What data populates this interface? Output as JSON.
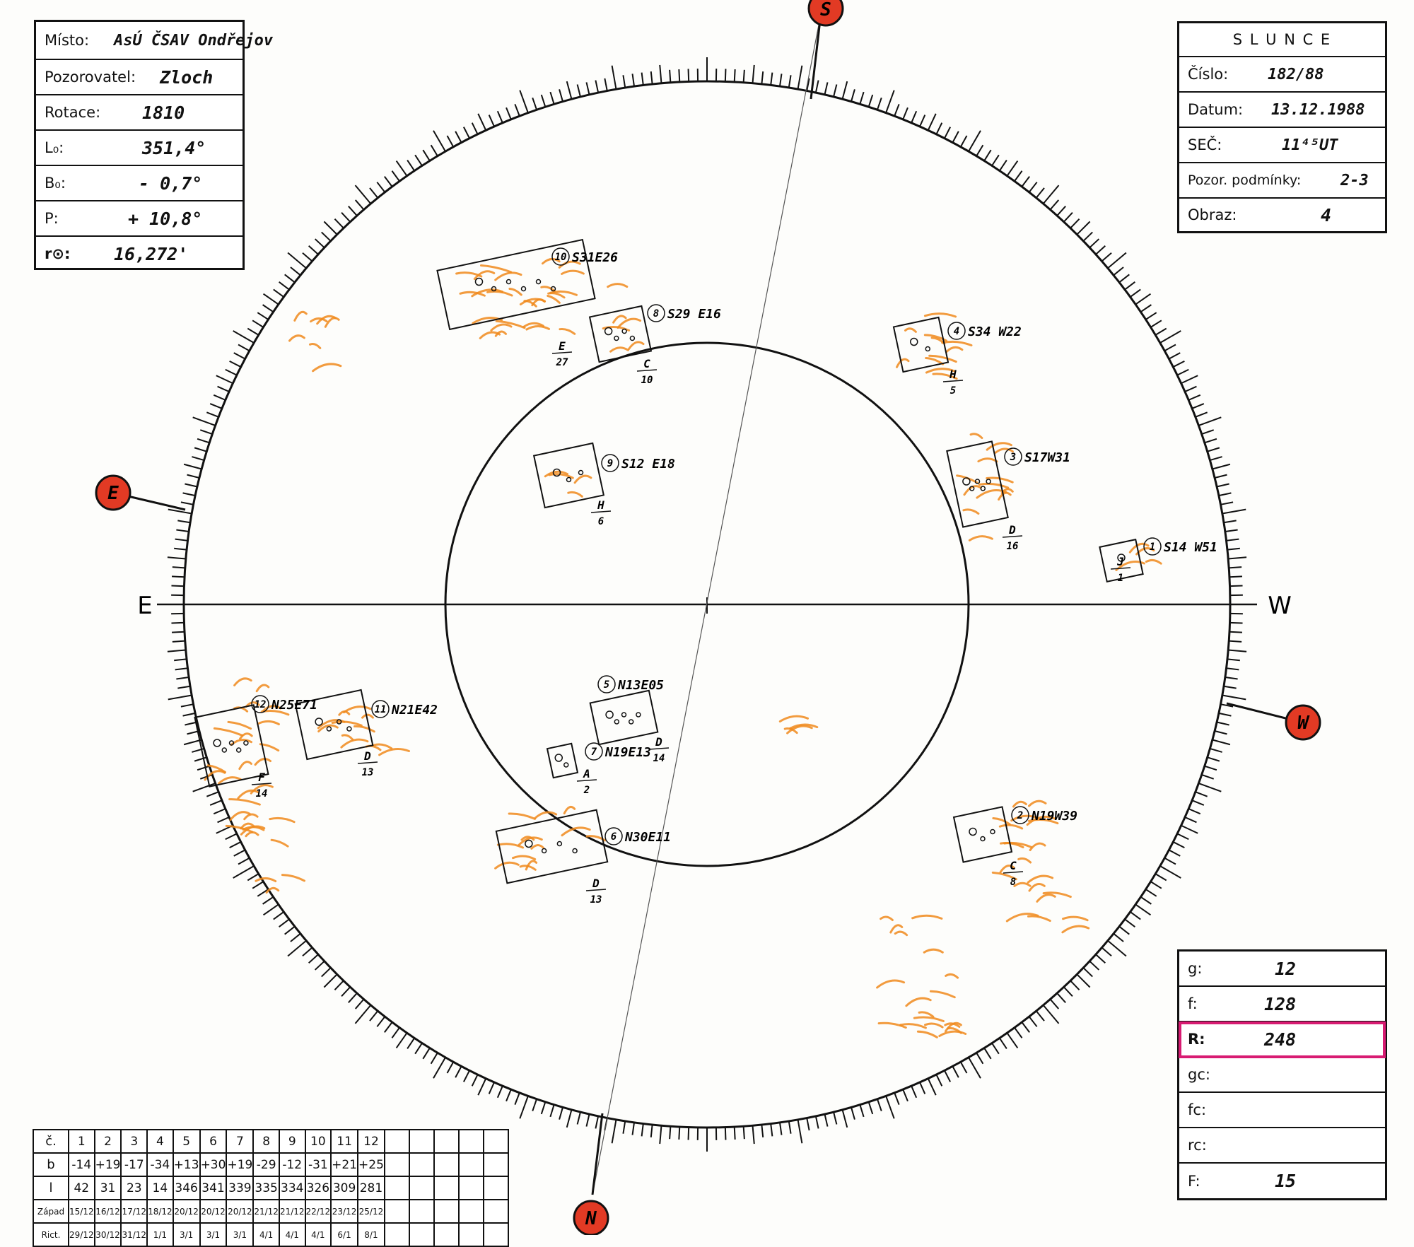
{
  "header_left": {
    "rows": [
      {
        "label": "Místo:",
        "value": "AsÚ ČSAV Ondřejov"
      },
      {
        "label": "Pozorovatel:",
        "value": "Zloch"
      },
      {
        "label": "Rotace:",
        "value": "1810"
      },
      {
        "label": "L₀:",
        "value": "351,4°"
      },
      {
        "label": "B₀:",
        "value": "- 0,7°"
      },
      {
        "label": "P:",
        "value": "+ 10,8°"
      },
      {
        "label": "r⊙:",
        "value": "16,272'"
      }
    ]
  },
  "header_right": {
    "title": "S L U N C E",
    "rows": [
      {
        "label": "Číslo:",
        "value": "182/88"
      },
      {
        "label": "Datum:",
        "value": "13.12.1988"
      },
      {
        "label": "SEČ:",
        "value": "11⁴⁵UT"
      },
      {
        "label": "Pozor. podmínky:",
        "value": "2-3"
      },
      {
        "label": "Obraz:",
        "value": "4"
      }
    ]
  },
  "summary": {
    "rows": [
      {
        "label": "g:",
        "value": "12"
      },
      {
        "label": "f:",
        "value": "128"
      },
      {
        "label": "R:",
        "value": "248",
        "highlight": "#d81b72"
      },
      {
        "label": "gc:",
        "value": ""
      },
      {
        "label": "fc:",
        "value": ""
      },
      {
        "label": "rc:",
        "value": ""
      },
      {
        "label": "F:",
        "value": "15"
      }
    ]
  },
  "compass": {
    "top": "S",
    "bottom": "N",
    "left": "E",
    "right": "W",
    "marker_left": "E",
    "marker_right": "W",
    "marker_color": "#e23a24"
  },
  "colors": {
    "facula": "#f08a1c",
    "ink": "#111111"
  },
  "groups": [
    {
      "num": "1",
      "coords": "S14 W51",
      "class": "J",
      "spots": "1"
    },
    {
      "num": "2",
      "coords": "N19W39",
      "class": "C",
      "spots": "8"
    },
    {
      "num": "3",
      "coords": "S17W31",
      "class": "D",
      "spots": "16"
    },
    {
      "num": "4",
      "coords": "S34 W22",
      "class": "H",
      "spots": "5"
    },
    {
      "num": "5",
      "coords": "N13E05",
      "class": "D",
      "spots": "14"
    },
    {
      "num": "6",
      "coords": "N30E11",
      "class": "D",
      "spots": "13"
    },
    {
      "num": "7",
      "coords": "N19E13",
      "class": "A",
      "spots": "2"
    },
    {
      "num": "8",
      "coords": "S29 E16",
      "class": "C",
      "spots": "10"
    },
    {
      "num": "9",
      "coords": "S12 E18",
      "class": "H",
      "spots": "6"
    },
    {
      "num": "10",
      "coords": "S31E26",
      "class": "E",
      "spots": "27"
    },
    {
      "num": "11",
      "coords": "N21E42",
      "class": "D",
      "spots": "13"
    },
    {
      "num": "12",
      "coords": "N25E71",
      "class": "F",
      "spots": "14"
    }
  ],
  "bottom_table": {
    "row_labels": [
      "č.",
      "b",
      "l",
      "Západ",
      "Rict."
    ],
    "numbers": [
      "1",
      "2",
      "3",
      "4",
      "5",
      "6",
      "7",
      "8",
      "9",
      "10",
      "11",
      "12"
    ],
    "b": [
      "-14",
      "+19",
      "-17",
      "-34",
      "+13",
      "+30",
      "+19",
      "-29",
      "-12",
      "-31",
      "+21",
      "+25"
    ],
    "l": [
      "42",
      "31",
      "23",
      "14",
      "346",
      "341",
      "339",
      "335",
      "334",
      "326",
      "309",
      "281"
    ],
    "zapad": [
      "15/12",
      "16/12",
      "17/12",
      "18/12",
      "20/12",
      "20/12",
      "20/12",
      "21/12",
      "21/12",
      "22/12",
      "23/12",
      "25/12"
    ],
    "rict": [
      "29/12",
      "30/12",
      "31/12",
      "1/1",
      "3/1",
      "3/1",
      "3/1",
      "4/1",
      "4/1",
      "4/1",
      "6/1",
      "8/1"
    ]
  }
}
